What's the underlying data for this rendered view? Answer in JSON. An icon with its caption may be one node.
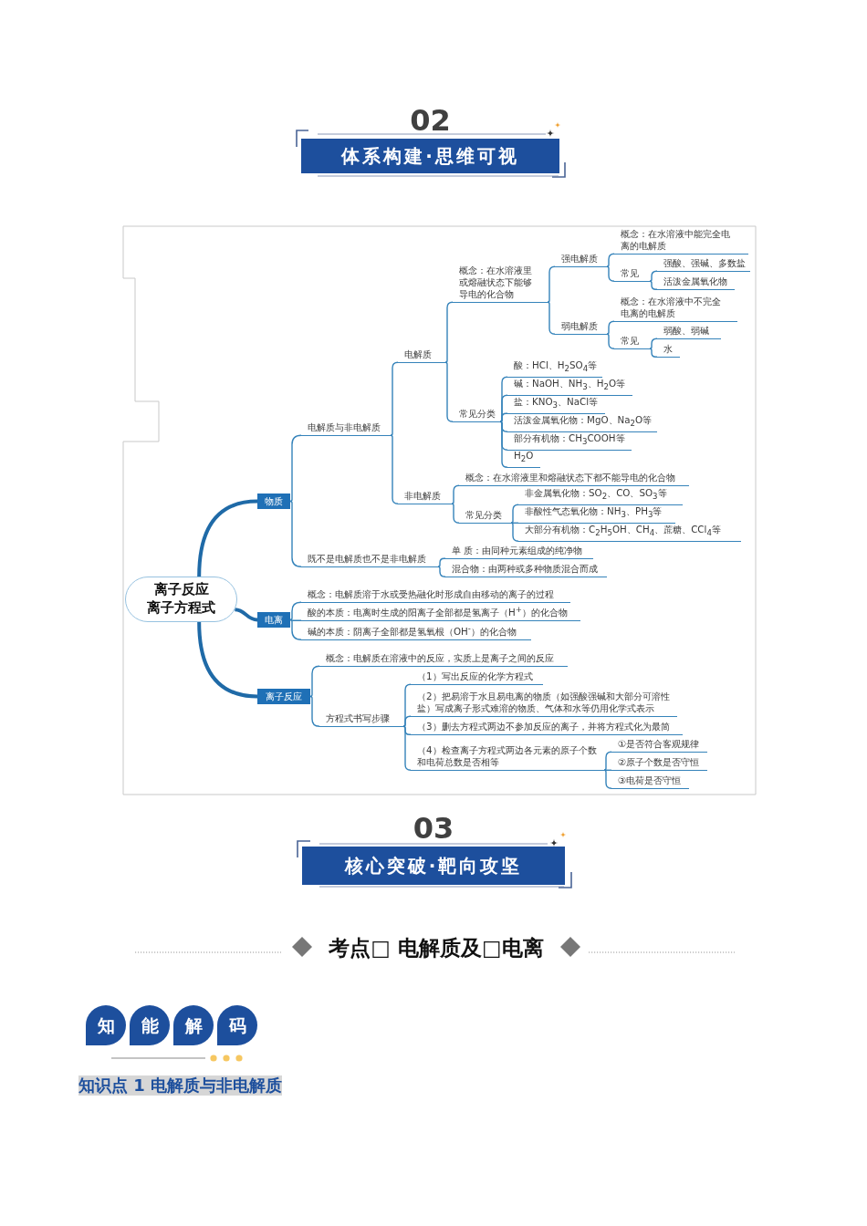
{
  "diagram": {
    "nodes": [
      {
        "text": [
          "02",
          "体系构建·思维可视"
        ]
      },
      {
        "text": [
          "离子反应",
          "离子方程式"
        ]
      },
      {
        "text": [
          "物质"
        ]
      },
      {
        "text": [
          "电解质与非电解质"
        ]
      },
      {
        "text": [
          "电解质"
        ]
      },
      {
        "text": [
          "概念：在水溶液里或熔融状态下能够导电的化合物"
        ]
      },
      {
        "text": [
          "强电解质"
        ]
      },
      {
        "text": [
          "概念：在水溶液中能完全电离的电解质"
        ]
      },
      {
        "text": [
          "常见"
        ]
      },
      {
        "text": [
          "强酸、强碱、多数盐"
        ]
      },
      {
        "text": [
          "活泼金属氧化物"
        ]
      },
      {
        "text": [
          "弱电解质"
        ]
      },
      {
        "text": [
          "概念：在水溶液中不完全电离的电解质"
        ]
      },
      {
        "text": [
          "常见"
        ]
      },
      {
        "text": [
          "弱酸、弱碱"
        ]
      },
      {
        "text": [
          "水"
        ]
      },
      {
        "text": [
          "常见分类"
        ]
      },
      {
        "text": [
          "酸：HCl、H$_{2}$SO$_{4}$等"
        ]
      },
      {
        "text": [
          "碱：NaOH、NH$_{3}$、H$_{2}$O等"
        ]
      },
      {
        "text": [
          "盐：KNO$_{3}$、NaCl等"
        ]
      },
      {
        "text": [
          "活泼金属氧化物：MgO、Na$_{2}$O等"
        ]
      },
      {
        "text": [
          "部分有机物：CH$_{3}$COOH等"
        ]
      },
      {
        "text": [
          "H$_{2}$O"
        ]
      },
      {
        "text": [
          "非电解质"
        ]
      },
      {
        "text": [
          "概念：在水溶液里和熔融状态下都不能导电的化合物"
        ]
      },
      {
        "text": [
          "常见分类"
        ]
      },
      {
        "text": [
          "非金属氧化物：SO$_{2}$、CO、SO$_{3}$等"
        ]
      },
      {
        "text": [
          "非酸性气态氧化物：NH$_{3}$、PH$_{3}$等"
        ]
      },
      {
        "text": [
          "大部分有机物：C$_{2}$H$_{5}$OH、CH$_{4}$、蔗糖、CCl$_{4}$等"
        ]
      },
      {
        "text": [
          "既不是电解质也不是非电解质"
        ]
      },
      {
        "text": [
          "单 质：由同种元素组成的纯净物"
        ]
      },
      {
        "text": [
          "混合物：由两种或多种物质混合而成"
        ]
      },
      {
        "text": [
          "电离"
        ]
      },
      {
        "text": [
          "概念：电解质溶于水或受热融化时形成自由移动的离子的过程"
        ]
      },
      {
        "text": [
          "酸的本质：电离时生成的阳离子全部都是氢离子（H$^{+}$）的化合物"
        ]
      },
      {
        "text": [
          "碱的本质：阴离子全部都是氢氧根（OH$^{-}$）的化合物"
        ]
      },
      {
        "text": [
          "离子反应"
        ]
      },
      {
        "text": [
          "概念：电解质在溶液中的反应，实质上是离子之间的反应"
        ]
      },
      {
        "text": [
          "方程式书写步骤"
        ]
      },
      {
        "text": [
          "（1）写出反应的化学方程式"
        ]
      },
      {
        "text": [
          "（2）把易溶于水且易电离的物质（如强酸强碱和大部分可溶性盐）写成离子形式难溶的物质、气体和水等仍用化学式表示"
        ]
      },
      {
        "text": [
          "（3）删去方程式两边不参加反应的离子，并将方程式化为最简"
        ]
      },
      {
        "text": [
          "（4）检查离子方程式两边各元素的原子个数和电荷总数是否相等"
        ]
      },
      {
        "text": [
          "①是否符合客观规律"
        ]
      },
      {
        "text": [
          "②原子个数是否守恒"
        ]
      },
      {
        "text": [
          "③电荷是否守恒"
        ]
      },
      {
        "text": [
          "03",
          "核心突破·靶向攻坚"
        ]
      },
      {
        "text": [
          "知"
        ]
      },
      {
        "text": [
          "能"
        ]
      },
      {
        "text": [
          "解"
        ]
      },
      {
        "text": [
          "码"
        ]
      }
    ],
    "edges": [
      {
        "from": 1,
        "to": 2,
        "arrow": "none",
        "style": "thick",
        "color": "#1f6aa7"
      },
      {
        "from": 1,
        "to": 32,
        "arrow": "none",
        "style": "thick",
        "color": "#1f6aa7"
      },
      {
        "from": 1,
        "to": 36,
        "arrow": "none",
        "style": "thick",
        "color": "#1f6aa7"
      },
      {
        "from": 2,
        "to": 3,
        "arrow": "none"
      },
      {
        "from": 2,
        "to": 29,
        "arrow": "none"
      },
      {
        "from": 3,
        "to": 4,
        "arrow": "none"
      },
      {
        "from": 3,
        "to": 23,
        "arrow": "none"
      },
      {
        "from": 4,
        "to": 5,
        "arrow": "none"
      },
      {
        "from": 4,
        "to": 16,
        "arrow": "none"
      },
      {
        "from": 5,
        "to": 6,
        "arrow": "none"
      },
      {
        "from": 5,
        "to": 11,
        "arrow": "none"
      },
      {
        "from": 6,
        "to": 7,
        "arrow": "none"
      },
      {
        "from": 6,
        "to": 8,
        "arrow": "none"
      },
      {
        "from": 8,
        "to": 9,
        "arrow": "none"
      },
      {
        "from": 8,
        "to": 10,
        "arrow": "none"
      },
      {
        "from": 11,
        "to": 12,
        "arrow": "none"
      },
      {
        "from": 11,
        "to": 13,
        "arrow": "none"
      },
      {
        "from": 13,
        "to": 14,
        "arrow": "none"
      },
      {
        "from": 13,
        "to": 15,
        "arrow": "none"
      },
      {
        "from": 16,
        "to": 17,
        "arrow": "none"
      },
      {
        "from": 16,
        "to": 18,
        "arrow": "none"
      },
      {
        "from": 16,
        "to": 19,
        "arrow": "none"
      },
      {
        "from": 16,
        "to": 20,
        "arrow": "none"
      },
      {
        "from": 16,
        "to": 21,
        "arrow": "none"
      },
      {
        "from": 16,
        "to": 22,
        "arrow": "none"
      },
      {
        "from": 23,
        "to": 24,
        "arrow": "none"
      },
      {
        "from": 23,
        "to": 25,
        "arrow": "none"
      },
      {
        "from": 25,
        "to": 26,
        "arrow": "none"
      },
      {
        "from": 25,
        "to": 27,
        "arrow": "none"
      },
      {
        "from": 25,
        "to": 28,
        "arrow": "none"
      },
      {
        "from": 29,
        "to": 30,
        "arrow": "none"
      },
      {
        "from": 29,
        "to": 31,
        "arrow": "none"
      },
      {
        "from": 32,
        "to": 33,
        "arrow": "none"
      },
      {
        "from": 32,
        "to": 34,
        "arrow": "none"
      },
      {
        "from": 32,
        "to": 35,
        "arrow": "none"
      },
      {
        "from": 36,
        "to": 37,
        "arrow": "none"
      },
      {
        "from": 36,
        "to": 38,
        "arrow": "none"
      },
      {
        "from": 38,
        "to": 39,
        "arrow": "none"
      },
      {
        "from": 38,
        "to": 40,
        "arrow": "none"
      },
      {
        "from": 38,
        "to": 41,
        "arrow": "none"
      },
      {
        "from": 38,
        "to": 42,
        "arrow": "none"
      },
      {
        "from": 42,
        "to": 43,
        "arrow": "none"
      },
      {
        "from": 42,
        "to": 44,
        "arrow": "none"
      },
      {
        "from": 42,
        "to": 45,
        "arrow": "none"
      }
    ],
    "labels": [
      "考点□ 电解质及□电离",
      "知识点 1 电解质与非电解质"
    ]
  }
}
